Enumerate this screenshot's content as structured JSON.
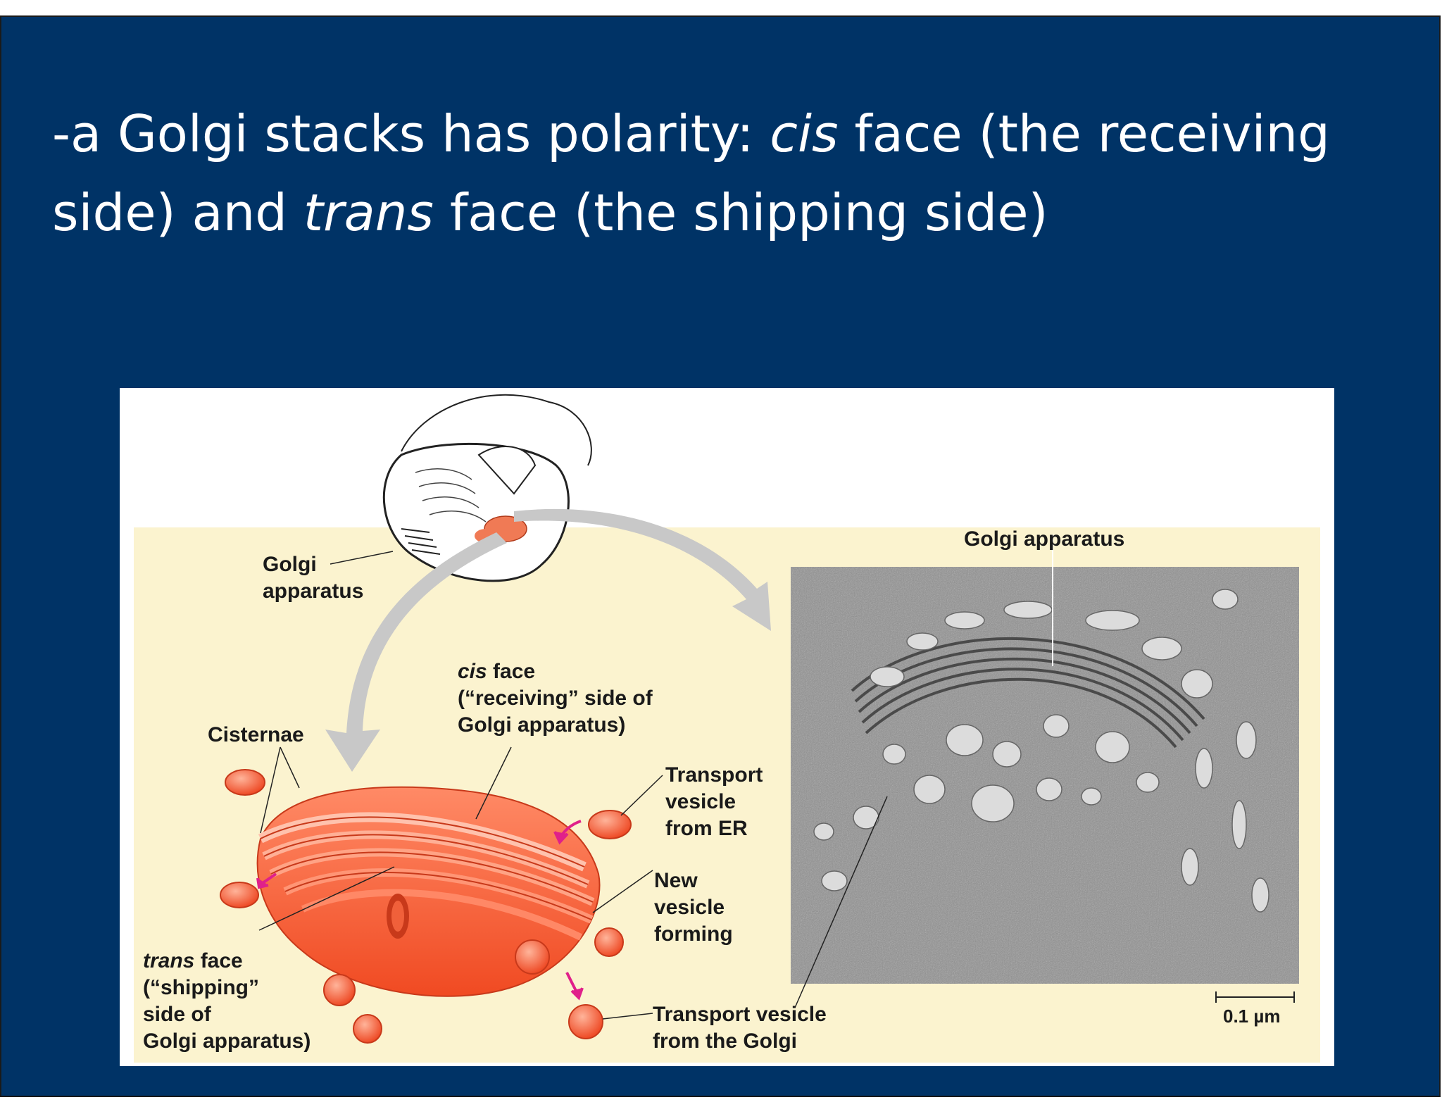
{
  "slide": {
    "title": {
      "part1": "-a Golgi stacks has polarity: ",
      "cis": "cis",
      "part2": " face (the receiving side) and ",
      "trans": "trans",
      "part3": " face (the shipping side)"
    }
  },
  "figure": {
    "labels": {
      "golgi_apparatus_left_line1": "Golgi",
      "golgi_apparatus_left_line2": "apparatus",
      "golgi_apparatus_right": "Golgi apparatus",
      "cisternae": "Cisternae",
      "cis_face_word": "cis",
      "cis_face_rest": " face",
      "cis_face_line2": "(“receiving” side of",
      "cis_face_line3": "Golgi apparatus)",
      "transport_er_line1": "Transport",
      "transport_er_line2": "vesicle",
      "transport_er_line3": "from ER",
      "new_vesicle_line1": "New",
      "new_vesicle_line2": "vesicle",
      "new_vesicle_line3": "forming",
      "trans_face_word": "trans",
      "trans_face_rest": " face",
      "trans_face_line2": "(“shipping”",
      "trans_face_line3": "side of",
      "trans_face_line4": "Golgi apparatus)",
      "transport_golgi_line1": "Transport vesicle",
      "transport_golgi_line2": "from the Golgi",
      "scale_bar": "0.1 µm"
    },
    "colors": {
      "background": "#003366",
      "panel": "#fbf3cf",
      "golgi": "#f5623c",
      "golgi_light": "#ff9a7a",
      "arrow": "#c8c8c8",
      "micrograph": "#8a8a8a",
      "magenta_arrow": "#e0208a"
    }
  }
}
